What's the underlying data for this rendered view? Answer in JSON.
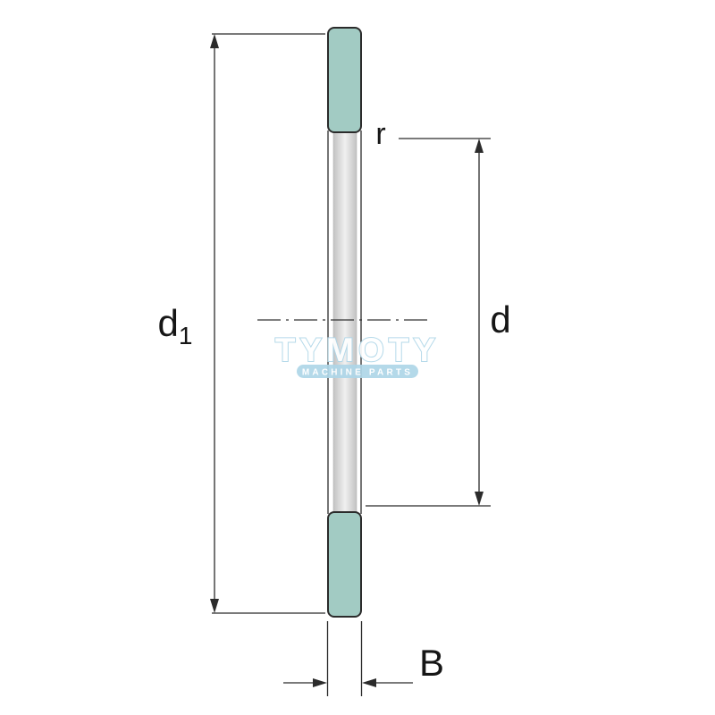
{
  "diagram": {
    "type": "technical-drawing",
    "part": "thrust-washer-cross-section",
    "dimension_labels": {
      "d1_main": "d",
      "d1_sub": "1",
      "d": "d",
      "r": "r",
      "B": "B"
    },
    "watermark": {
      "brand": "TYMOTY",
      "tagline": "MACHINE PARTS"
    },
    "colors": {
      "section_fill": "#a2cbc3",
      "line": "#2b2b2b",
      "bore_light": "#f0f0f0",
      "bore_dark": "#c2c2c2",
      "watermark_blue": "#aed6e8"
    }
  }
}
